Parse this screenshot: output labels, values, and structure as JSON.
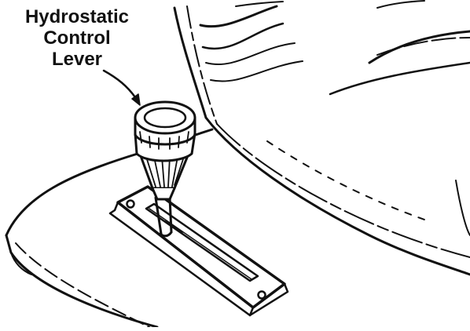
{
  "callout": {
    "lines": [
      "Hydrostatic",
      "Control",
      "Lever"
    ]
  },
  "colors": {
    "ink": "#111111",
    "background": "#ffffff"
  }
}
